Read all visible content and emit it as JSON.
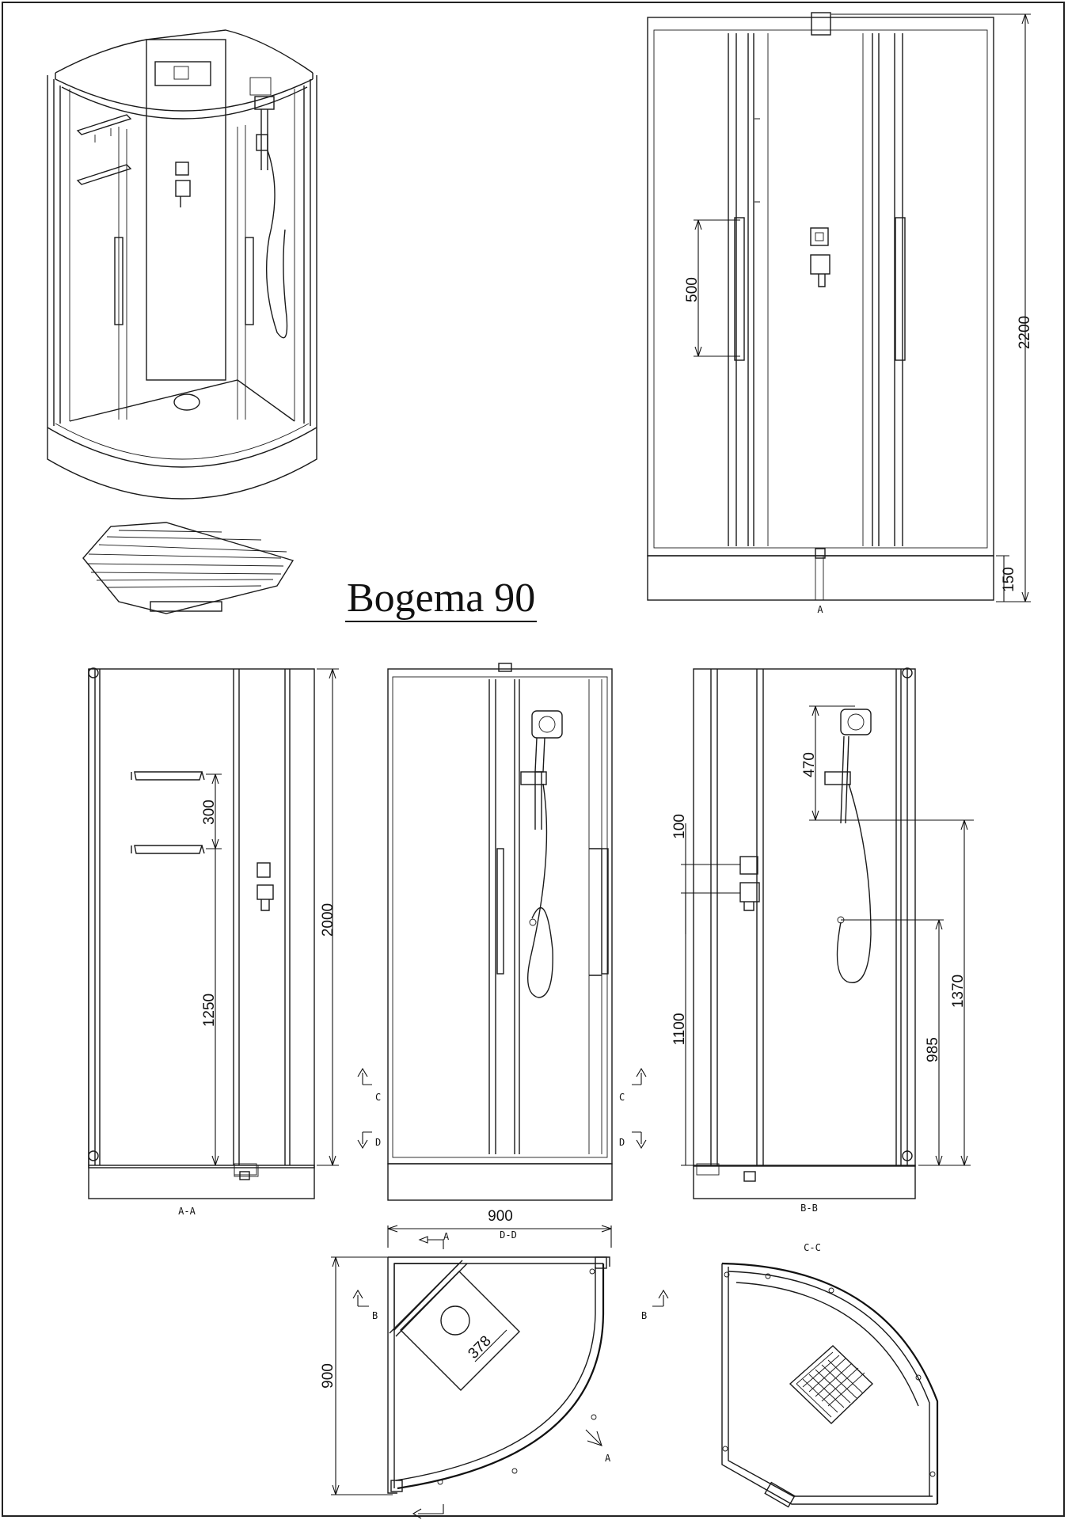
{
  "title": "Bogema 90",
  "views": {
    "front_a": {
      "label": "A"
    },
    "section_aa": {
      "label": "A-A"
    },
    "section_bb": {
      "label": "B-B"
    },
    "section_cc": {
      "label": "C-C"
    },
    "section_dd": {
      "label": "D-D"
    }
  },
  "dimensions": {
    "total_height": "2200",
    "tray_height": "150",
    "handle_length": "500",
    "glass_height": "2000",
    "shelf_spacing": "300",
    "shelf_height": "1250",
    "shower_rail": "470",
    "mixer_spacing": "100",
    "mixer_height": "1100",
    "outlet_height": "985",
    "rail_height": "1370",
    "width": "900",
    "depth": "900",
    "panel_width": "378"
  },
  "section_markers": {
    "A": "A",
    "B": "B",
    "C": "C",
    "D": "D"
  }
}
